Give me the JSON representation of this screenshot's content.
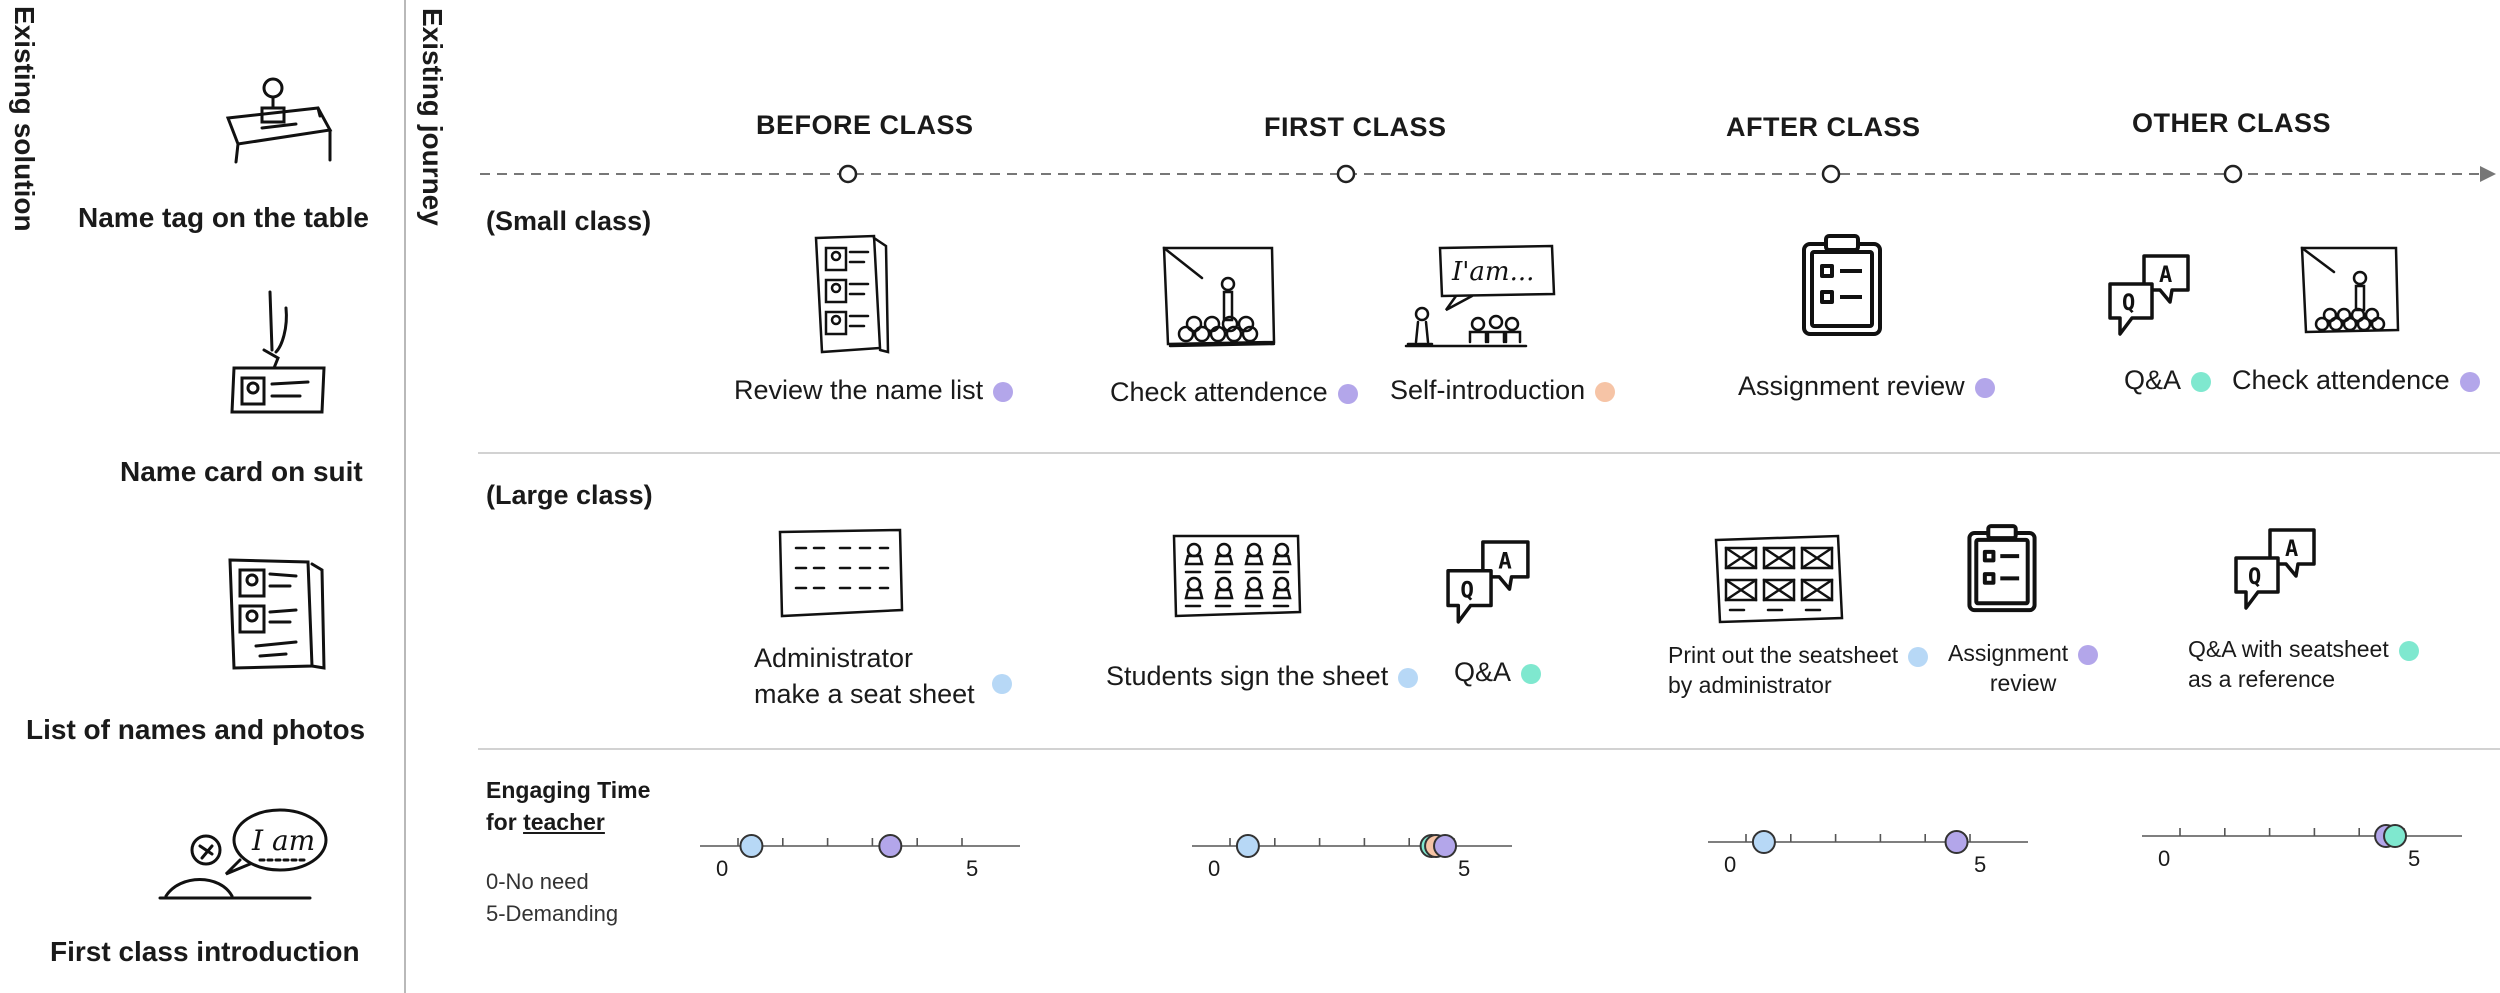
{
  "sidebar": {
    "title": "Existing solution",
    "items": [
      {
        "label": "Name tag on the table"
      },
      {
        "label": "Name card on suit"
      },
      {
        "label": "List of names and photos"
      },
      {
        "label": "First class introduction"
      }
    ]
  },
  "journey": {
    "title": "Existing journey",
    "stages": [
      "BEFORE CLASS",
      "FIRST CLASS",
      "AFTER CLASS",
      "OTHER CLASS"
    ],
    "small_class": {
      "label": "(Small class)",
      "activities": [
        {
          "text": "Review the name list",
          "color": "#b3a6ea"
        },
        {
          "text": "Check attendence",
          "color": "#b3a6ea"
        },
        {
          "text": "Self-introduction",
          "color": "#f6c4a6"
        },
        {
          "text": "Assignment review",
          "color": "#b3a6ea"
        },
        {
          "text": "Q&A",
          "color": "#7fe8cf"
        },
        {
          "text": "Check attendence",
          "color": "#b3a6ea"
        }
      ]
    },
    "large_class": {
      "label": "(Large class)",
      "activities": [
        {
          "line1": "Administrator",
          "line2": "make a seat sheet",
          "color": "#b7d8f6"
        },
        {
          "text": "Students sign the sheet",
          "color": "#b7d8f6"
        },
        {
          "text": "Q&A",
          "color": "#7fe8cf"
        },
        {
          "line1": "Print out the seatsheet",
          "line2": "by administrator",
          "color": "#b7d8f6"
        },
        {
          "line1": "Assignment",
          "line2": "review",
          "color": "#b3a6ea"
        },
        {
          "line1": "Q&A with seatsheet",
          "line2": "as a reference",
          "color": "#7fe8cf"
        }
      ]
    },
    "engaging": {
      "title_line1": "Engaging Time",
      "title_prefix": "for ",
      "title_underlined": "teacher",
      "scale_min_text": "0-No need",
      "scale_max_text": "5-Demanding",
      "tick_min": "0",
      "tick_max": "5",
      "scales": [
        {
          "stage": "BEFORE CLASS",
          "points": [
            {
              "value": 0.3,
              "color": "#b7d8f6"
            },
            {
              "value": 3.4,
              "color": "#b3a6ea"
            }
          ]
        },
        {
          "stage": "FIRST CLASS",
          "points": [
            {
              "value": 0.4,
              "color": "#b7d8f6"
            },
            {
              "value": 4.5,
              "color": "#7fe8cf"
            },
            {
              "value": 4.6,
              "color": "#f6c4a6"
            },
            {
              "value": 4.8,
              "color": "#b3a6ea"
            }
          ]
        },
        {
          "stage": "AFTER CLASS",
          "points": [
            {
              "value": 0.4,
              "color": "#b7d8f6"
            },
            {
              "value": 4.7,
              "color": "#b3a6ea"
            }
          ]
        },
        {
          "stage": "OTHER CLASS",
          "points": [
            {
              "value": 4.6,
              "color": "#b3a6ea"
            },
            {
              "value": 4.8,
              "color": "#7fe8cf"
            }
          ]
        }
      ]
    }
  },
  "icons": {
    "sidebar": [
      "name-tag-table-sketch-icon",
      "name-card-suit-sketch-icon",
      "name-photo-list-sketch-icon",
      "first-class-intro-sketch-icon"
    ],
    "journey": [
      "name-list-sketch-icon",
      "classroom-attendance-sketch-icon",
      "self-intro-sketch-icon",
      "clipboard-icon",
      "qa-bubble-icon",
      "seat-sheet-sketch-icon",
      "signed-seat-sheet-sketch-icon",
      "printed-seat-sheet-sketch-icon"
    ]
  }
}
